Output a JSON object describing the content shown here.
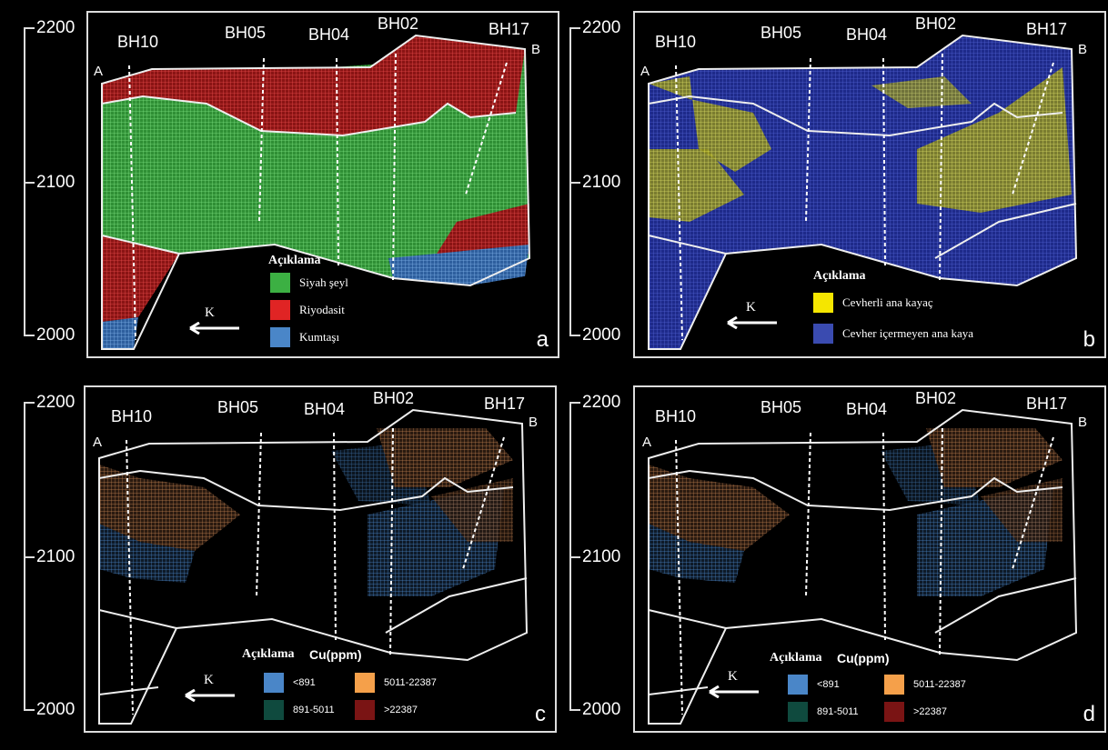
{
  "axis": {
    "top": "2200",
    "mid": "2100",
    "bottom": "2000"
  },
  "boreholes": [
    "BH10",
    "BH05",
    "BH04",
    "BH02",
    "BH17"
  ],
  "section_ends": {
    "a": "A",
    "b": "B"
  },
  "north_label": "K",
  "panels": [
    {
      "letter": "a",
      "legend_title": "Açıklama",
      "legend": [
        {
          "label": "Siyah şeyl",
          "color": "#3cb043"
        },
        {
          "label": "Riyodasit",
          "color": "#e02424"
        },
        {
          "label": "Kumtaşı",
          "color": "#4a86c8"
        }
      ]
    },
    {
      "letter": "b",
      "legend_title": "Açıklama",
      "legend": [
        {
          "label": "Cevherli ana kayaç",
          "color": "#f5e600"
        },
        {
          "label": "Cevher içermeyen ana kaya",
          "color": "#3a4bb0"
        }
      ]
    },
    {
      "letter": "c",
      "legend_title": "Açıklama",
      "legend_unit": "Cu(ppm)",
      "legend": [
        {
          "label": "<891",
          "color": "#4a86c8"
        },
        {
          "label": "5011-22387",
          "color": "#f5a04a"
        },
        {
          "label": "891-5011",
          "color": "#0f4a3e"
        },
        {
          "label": ">22387",
          "color": "#7a1414"
        }
      ]
    },
    {
      "letter": "d",
      "legend_title": "Açıklama",
      "legend_unit": "Cu(ppm)",
      "legend": [
        {
          "label": "<891",
          "color": "#4a86c8"
        },
        {
          "label": "5011-22387",
          "color": "#f5a04a"
        },
        {
          "label": "891-5011",
          "color": "#0f4a3e"
        },
        {
          "label": ">22387",
          "color": "#7a1414"
        }
      ]
    }
  ]
}
